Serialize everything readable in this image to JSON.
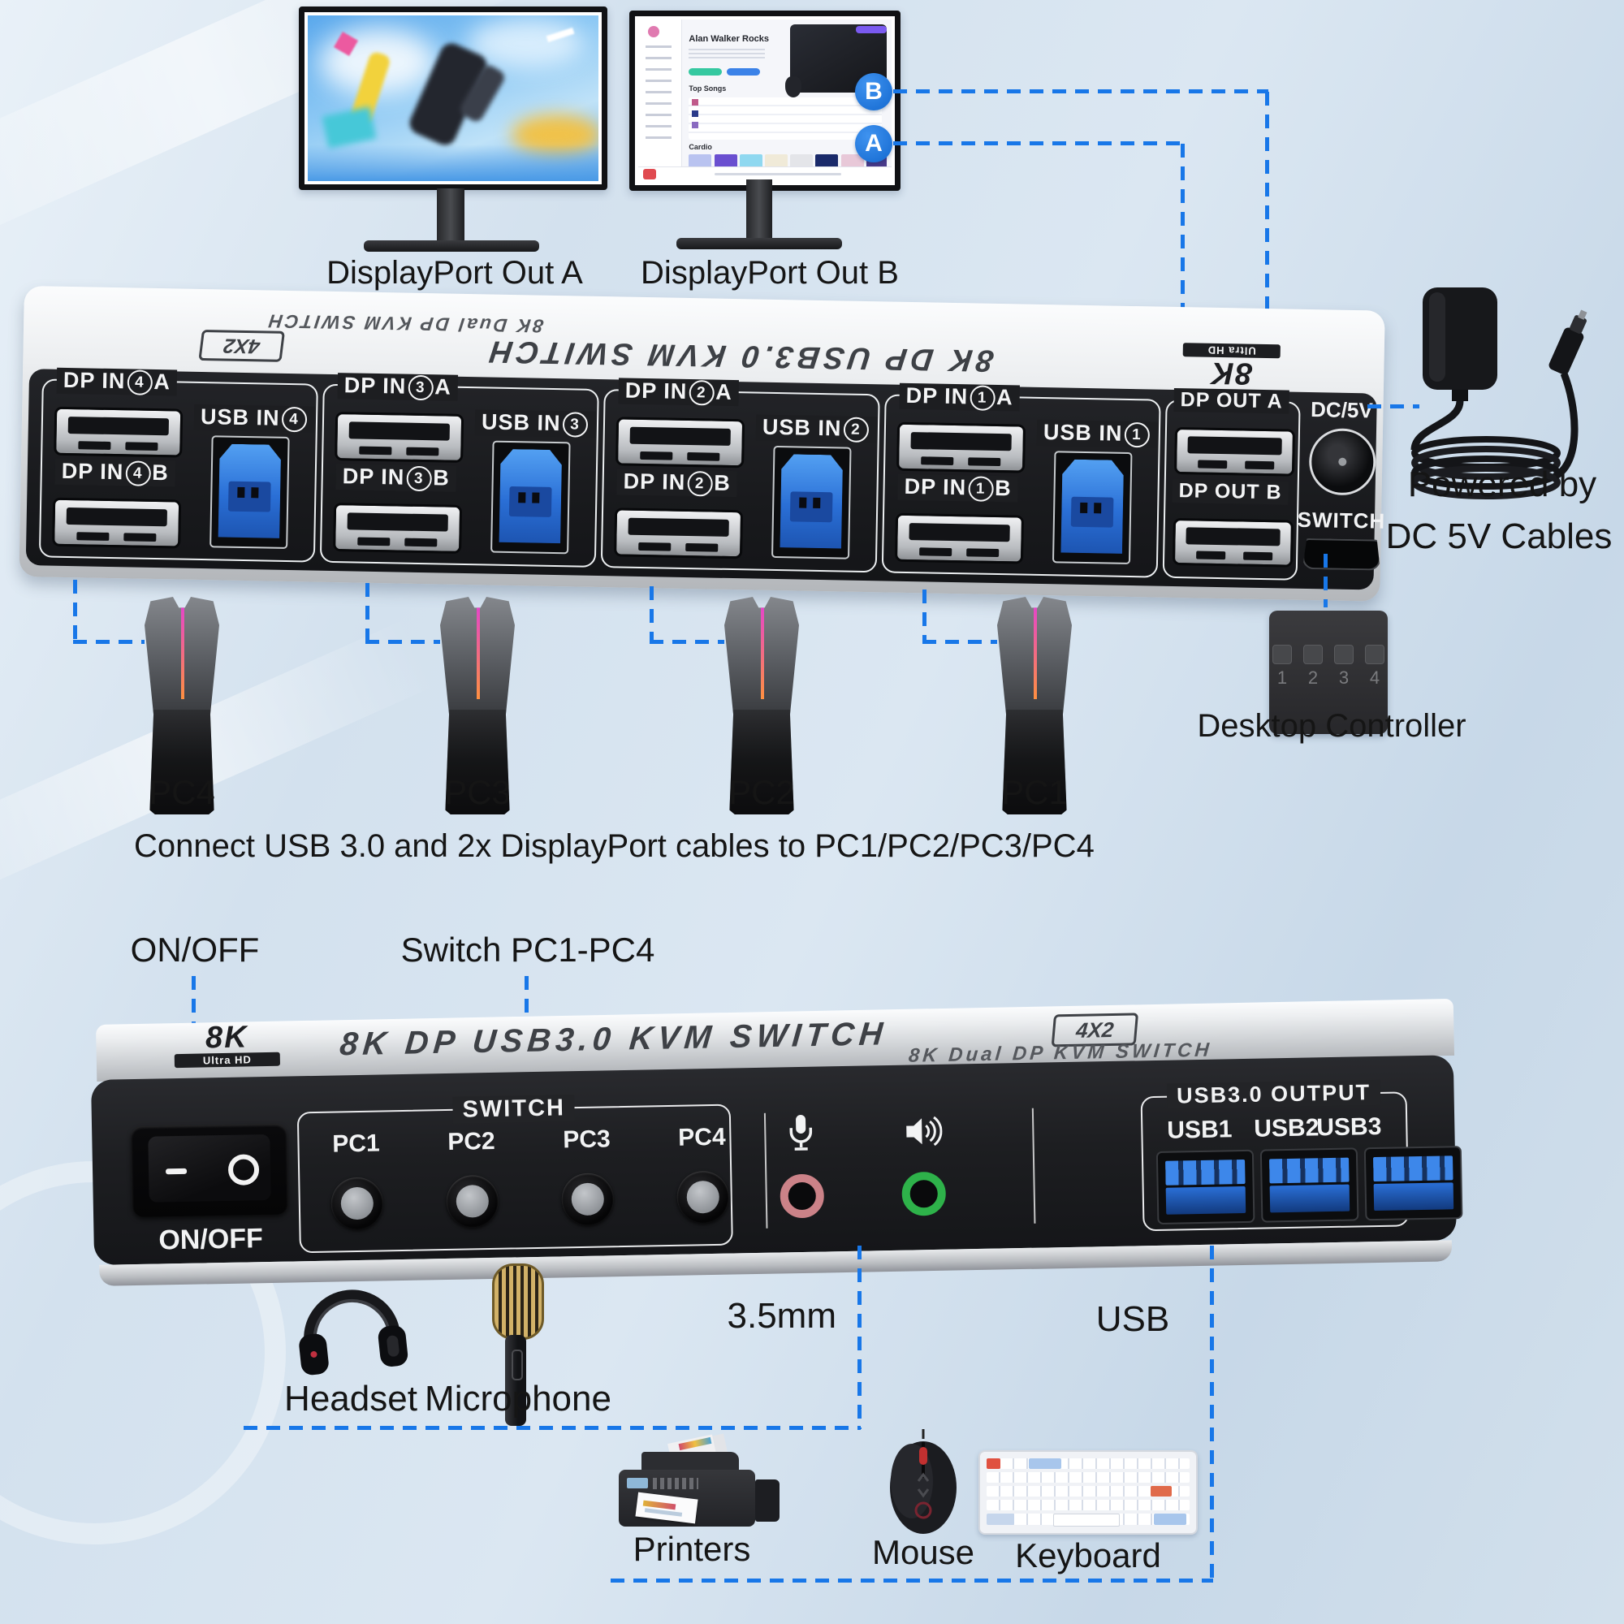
{
  "colors": {
    "accent": "#1877e8",
    "panel_black": "#1d1e21",
    "usb_blue": "#2f7de0",
    "jack_pink": "#cb8288",
    "jack_green": "#2eb24a",
    "background": "#d3e1ee"
  },
  "monitors": {
    "a": {
      "label": "DisplayPort Out A"
    },
    "b": {
      "label": "DisplayPort Out B",
      "app": {
        "title": "Alan Walker Rocks",
        "top_songs": "Top Songs",
        "cardio": "Cardio"
      }
    }
  },
  "badges": {
    "b": "B",
    "a": "A"
  },
  "back_device": {
    "top": {
      "logo": "8K",
      "logo_sub": "Ultra HD",
      "title": "8K DP USB3.0 KVM SWITCH",
      "badge": "4X2",
      "subtitle": "8K Dual DP KVM SWITCH"
    },
    "groups": [
      {
        "dp_a": {
          "prefix": "DP IN",
          "num": "4",
          "suffix": "A"
        },
        "dp_b": {
          "prefix": "DP IN",
          "num": "4",
          "suffix": "B"
        },
        "usb": {
          "prefix": "USB IN",
          "num": "4"
        }
      },
      {
        "dp_a": {
          "prefix": "DP IN",
          "num": "3",
          "suffix": "A"
        },
        "dp_b": {
          "prefix": "DP IN",
          "num": "3",
          "suffix": "B"
        },
        "usb": {
          "prefix": "USB IN",
          "num": "3"
        }
      },
      {
        "dp_a": {
          "prefix": "DP IN",
          "num": "2",
          "suffix": "A"
        },
        "dp_b": {
          "prefix": "DP IN",
          "num": "2",
          "suffix": "B"
        },
        "usb": {
          "prefix": "USB IN",
          "num": "2"
        }
      },
      {
        "dp_a": {
          "prefix": "DP IN",
          "num": "1",
          "suffix": "A"
        },
        "dp_b": {
          "prefix": "DP IN",
          "num": "1",
          "suffix": "B"
        },
        "usb": {
          "prefix": "USB IN",
          "num": "1"
        }
      }
    ],
    "out": {
      "a": "DP OUT A",
      "b": "DP OUT B"
    },
    "power": {
      "dc": "DC/5V",
      "switch": "SWITCH"
    },
    "adapter": {
      "line1": "Powered by",
      "line2": "DC 5V Cables"
    },
    "controller": {
      "buttons": [
        "1",
        "2",
        "3",
        "4"
      ],
      "label": "Desktop Controller"
    }
  },
  "pcs": [
    {
      "label": "PC4"
    },
    {
      "label": "PC3"
    },
    {
      "label": "PC2"
    },
    {
      "label": "PC1"
    }
  ],
  "caption": "Connect USB 3.0 and 2x DisplayPort cables to PC1/PC2/PC3/PC4",
  "front_device": {
    "annotations": {
      "onoff": "ON/OFF",
      "switch": "Switch PC1-PC4",
      "mm": "3.5mm",
      "usb": "USB"
    },
    "top": {
      "logo": "8K",
      "logo_sub": "Ultra HD",
      "title": "8K DP USB3.0 KVM SWITCH",
      "badge": "4X2",
      "subtitle": "8K Dual DP KVM SWITCH"
    },
    "panel": {
      "onoff": "ON/OFF",
      "switch_group": {
        "label": "SWITCH",
        "pcs": [
          "PC1",
          "PC2",
          "PC3",
          "PC4"
        ]
      },
      "usb_group": {
        "label": "USB3.0 OUTPUT",
        "ports": [
          "USB1",
          "USB2",
          "USB3"
        ]
      }
    }
  },
  "peripherals": {
    "headset": "Headset",
    "microphone": "Microphone",
    "printers": "Printers",
    "mouse": "Mouse",
    "keyboard": "Keyboard"
  }
}
